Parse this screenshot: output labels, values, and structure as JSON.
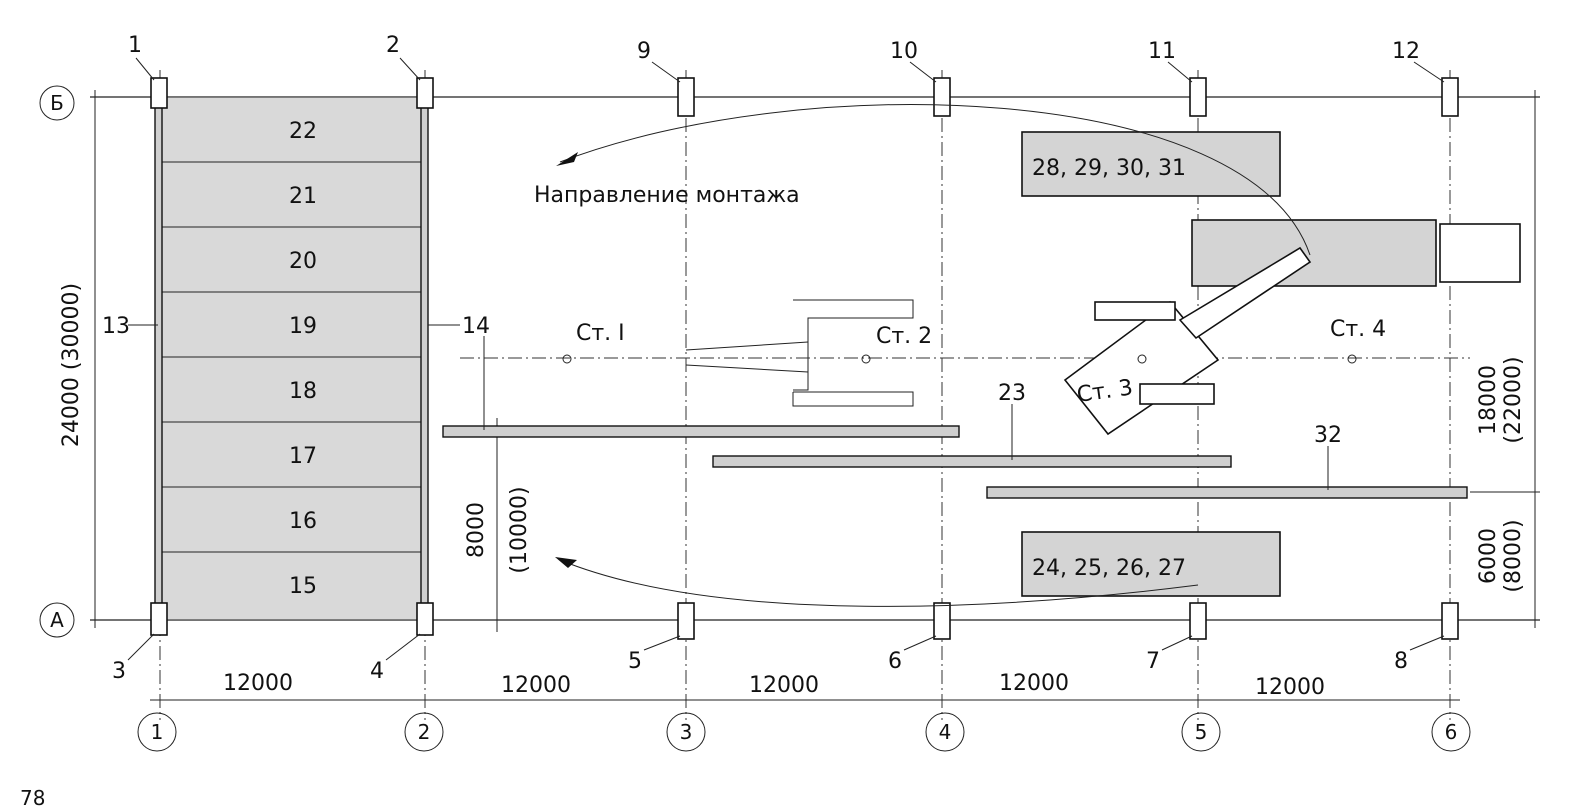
{
  "diagram": {
    "row_axes": [
      {
        "id": "axis-b",
        "label": "Б"
      },
      {
        "id": "axis-a",
        "label": "А"
      }
    ],
    "column_axes": [
      "1",
      "2",
      "3",
      "4",
      "5",
      "6"
    ],
    "column_numbers": {
      "top": [
        "1",
        "2",
        "9",
        "10",
        "11",
        "12"
      ],
      "bottom": [
        "3",
        "4",
        "5",
        "6",
        "7",
        "8"
      ]
    },
    "slabs": [
      "22",
      "21",
      "20",
      "19",
      "18",
      "17",
      "16",
      "15"
    ],
    "side_beams": {
      "left": "13",
      "right": "14"
    },
    "beams": [
      "14",
      "23",
      "32"
    ],
    "blocks": {
      "top": "28, 29, 30, 31",
      "bottom": "24, 25, 26, 27"
    },
    "direction_label": "Направление монтажа",
    "stations": [
      "Ст. I",
      "Ст. 2",
      "Ст. 3",
      "Ст. 4"
    ],
    "dimensions": {
      "spans": [
        "12000",
        "12000",
        "12000",
        "12000",
        "12000"
      ],
      "left_height": "24000 (30000)",
      "mid_height": [
        "8000",
        "(10000)"
      ],
      "right_top": [
        "18000",
        "(22000)"
      ],
      "right_bottom": [
        "6000",
        "(8000)"
      ]
    },
    "page_number": "78"
  }
}
